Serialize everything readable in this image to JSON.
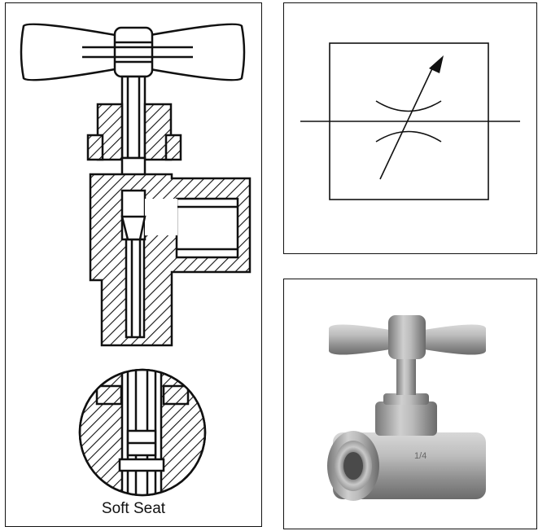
{
  "figure": {
    "detail_caption": "Soft Seat"
  },
  "panels": {
    "left": "cross-section-drawing",
    "top_right": "adjustable-flow-control-symbol",
    "bottom_right": "valve-photo"
  }
}
